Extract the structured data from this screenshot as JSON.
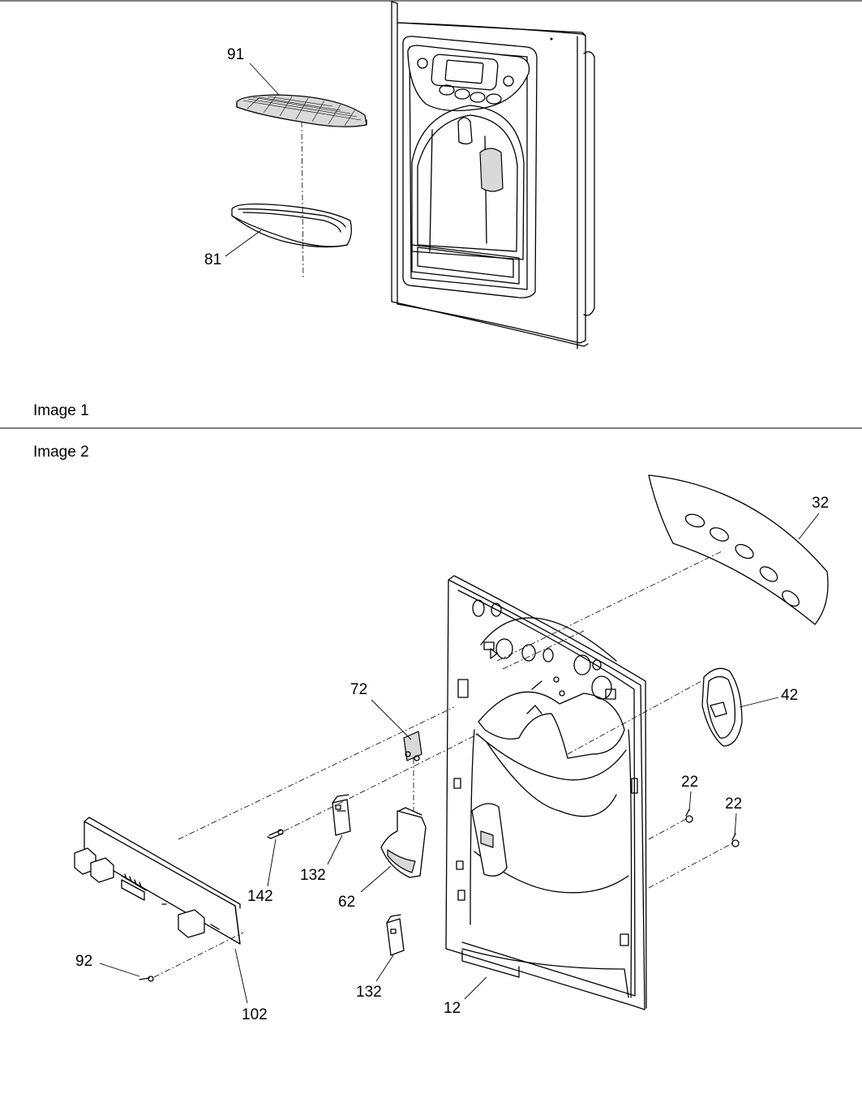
{
  "sections": [
    {
      "caption": "Image 1"
    },
    {
      "caption": "Image 2"
    }
  ],
  "callouts": {
    "image1": [
      "91",
      "81"
    ],
    "image2": [
      "32",
      "72",
      "42",
      "22",
      "22",
      "142",
      "132",
      "62",
      "132",
      "92",
      "102",
      "12"
    ]
  }
}
